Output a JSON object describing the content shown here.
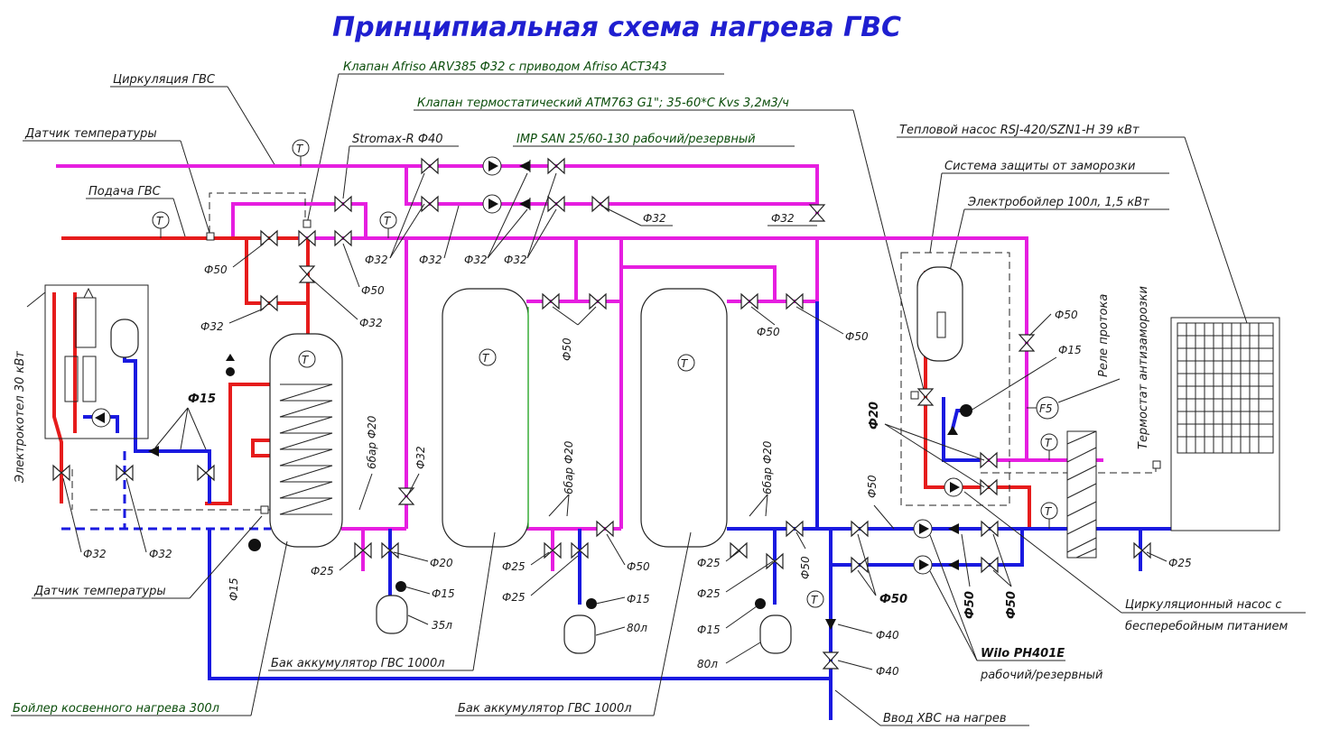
{
  "title": "Принципиальная схема нагрева ГВС",
  "labels": {
    "afriso_valve": "Клапан Afriso ARV385 Ф32 с приводом Afriso ACT343",
    "thermostatic_valve": "Клапан термостатический АТМ763 G1\"; 35-60*С Kvs 3,2м3/ч",
    "circulation": "Циркуляция ГВС",
    "temp_sensor_top": "Датчик температуры",
    "supply": "Подача ГВС",
    "stromax": "Stromax-R Ф40",
    "imp_pump": "IMP SAN 25/60-130 рабочий/резервный",
    "heat_pump": "Тепловой насос RSJ-420/SZN1-H 39 кВт",
    "antifreeze": "Система защиты от заморозки",
    "electroboiler": "Электробойлер 100л, 1,5 кВт",
    "flow_relay": "Реле протока",
    "antifreeze_thermostat": "Термостат антизаморозки",
    "electric_boiler_30": "Электрокотел 30 кВт",
    "temp_sensor_bottom": "Датчик температуры",
    "indirect_boiler": "Бойлер косвенного нагрева 300л",
    "tank_1": "Бак аккумулятор ГВС 1000л",
    "tank_2": "Бак аккумулятор ГВС 1000л",
    "circ_pump_ups_1": "Циркуляционный насос с",
    "circ_pump_ups_2": "бесперебойным питанием",
    "wilo": "Wilo PH401E",
    "wilo_sub": "рабочий/резервный",
    "cold_inlet": "Ввод ХВС на нагрев",
    "f5": "F5",
    "sensor_t": "T"
  },
  "dims": {
    "f32": "Ф32",
    "f50": "Ф50",
    "f25": "Ф25",
    "f20": "Ф20",
    "f15": "Ф15",
    "f40": "Ф40",
    "bar_6_f20": "6бар Ф20",
    "vol_35": "35л",
    "vol_80": "80л"
  },
  "colors": {
    "hot_water": "#e61ee0",
    "heating": "#e61c1c",
    "cold_water": "#1a1ae0",
    "title": "#1f1fd0",
    "green_note": "#0b4d0b"
  }
}
